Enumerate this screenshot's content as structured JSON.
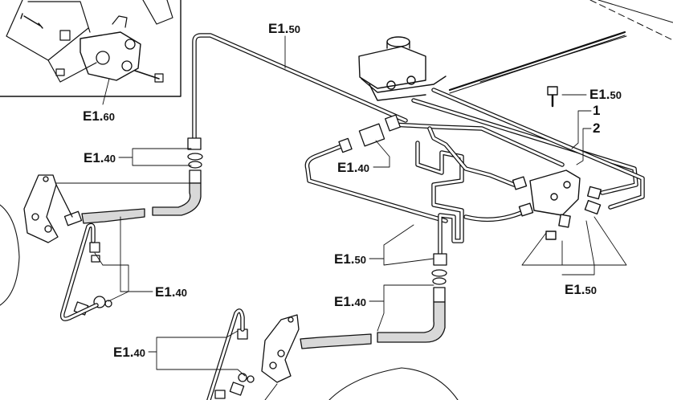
{
  "callouts": {
    "inset_e160": {
      "main": "E1.",
      "sub": "60"
    },
    "top_e150": {
      "main": "E1.",
      "sub": "50"
    },
    "right_e150": {
      "main": "E1.",
      "sub": "50"
    },
    "left_e140_upper": {
      "main": "E1.",
      "sub": "40"
    },
    "center_e140": {
      "main": "E1.",
      "sub": "40"
    },
    "left_e140_lower": {
      "main": "E1.",
      "sub": "40"
    },
    "center_e150": {
      "main": "E1.",
      "sub": "50"
    },
    "center_e140_lower": {
      "main": "E1.",
      "sub": "40"
    },
    "bottom_e140": {
      "main": "E1.",
      "sub": "40"
    },
    "bottom_right_e150": {
      "main": "E1.",
      "sub": "50"
    }
  },
  "item_numbers": {
    "one": "1",
    "two": "2"
  },
  "colors": {
    "line": "#111111",
    "background": "#ffffff",
    "hose_fill": "#d8d8d8"
  }
}
